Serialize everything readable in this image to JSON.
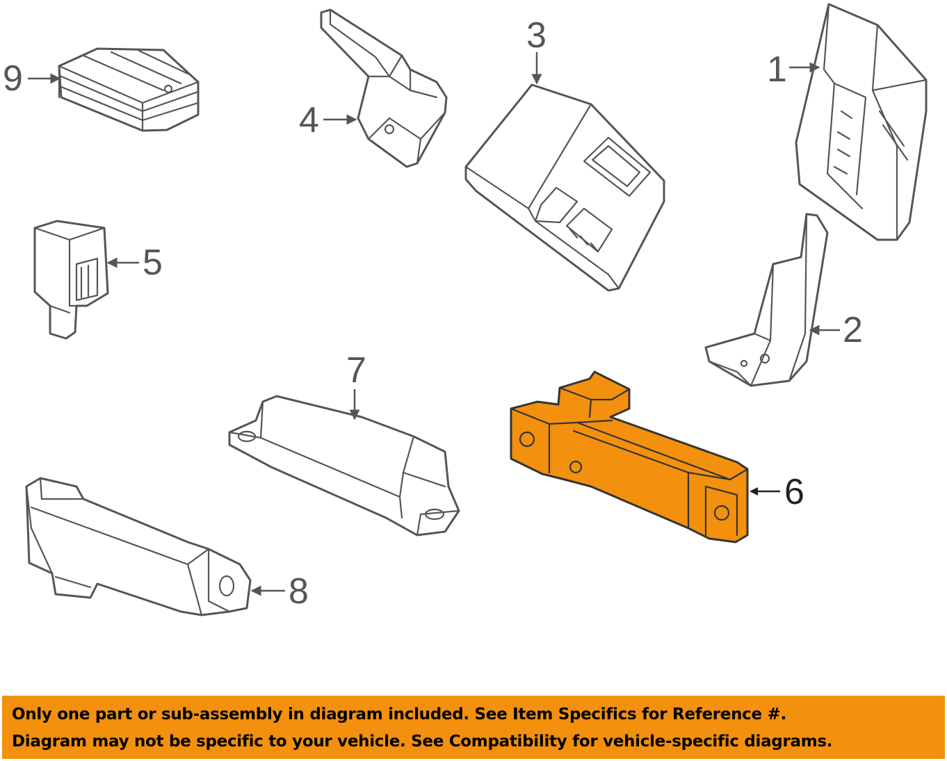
{
  "colors": {
    "highlight": "#f3900e",
    "line": "#555555",
    "banner": "#f3900e"
  },
  "callouts": {
    "c1": "1",
    "c2": "2",
    "c3": "3",
    "c4": "4",
    "c5": "5",
    "c6": "6",
    "c7": "7",
    "c8": "8",
    "c9": "9"
  },
  "highlighted_part": "6",
  "disclaimer": {
    "line1": "Only one part or sub-assembly in diagram included. See Item Specifics for Reference #.",
    "line2": "Diagram may not be specific to your vehicle. See Compatibility for vehicle-specific diagrams."
  }
}
